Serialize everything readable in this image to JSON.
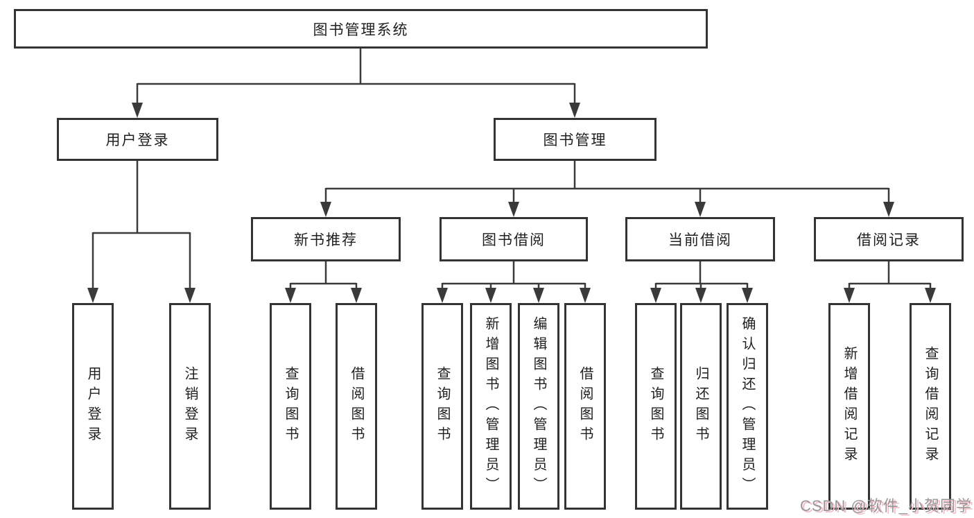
{
  "diagram": {
    "title": "图书管理系统",
    "nodes": {
      "root": {
        "label": "图书管理系统"
      },
      "user_login_branch": {
        "label": "用户登录"
      },
      "book_mgmt": {
        "label": "图书管理"
      },
      "new_book_rec": {
        "label": "新书推荐"
      },
      "book_borrow": {
        "label": "图书借阅"
      },
      "current_borrow": {
        "label": "当前借阅"
      },
      "borrow_records": {
        "label": "借阅记录"
      },
      "leaf_user_login": {
        "label": "用户登录"
      },
      "leaf_logout": {
        "label": "注销登录"
      },
      "leaf_query_book_1": {
        "label": "查询图书"
      },
      "leaf_borrow_book_1": {
        "label": "借阅图书"
      },
      "leaf_query_book_2": {
        "label": "查询图书"
      },
      "leaf_add_book": {
        "label": "新增图书（管理员）"
      },
      "leaf_edit_book": {
        "label": "编辑图书（管理员）"
      },
      "leaf_borrow_book_2": {
        "label": "借阅图书"
      },
      "leaf_query_book_3": {
        "label": "查询图书"
      },
      "leaf_return_book": {
        "label": "归还图书"
      },
      "leaf_confirm_return": {
        "label": "确认归还（管理员）"
      },
      "leaf_add_borrow_record": {
        "label": "新增借阅记录"
      },
      "leaf_query_borrow_record": {
        "label": "查询借阅记录"
      }
    },
    "hierarchy": {
      "root": [
        "user_login_branch",
        "book_mgmt"
      ],
      "user_login_branch": [
        "leaf_user_login",
        "leaf_logout"
      ],
      "book_mgmt": [
        "new_book_rec",
        "book_borrow",
        "current_borrow",
        "borrow_records"
      ],
      "new_book_rec": [
        "leaf_query_book_1",
        "leaf_borrow_book_1"
      ],
      "book_borrow": [
        "leaf_query_book_2",
        "leaf_add_book",
        "leaf_edit_book",
        "leaf_borrow_book_2"
      ],
      "current_borrow": [
        "leaf_query_book_3",
        "leaf_return_book",
        "leaf_confirm_return"
      ],
      "borrow_records": [
        "leaf_add_borrow_record",
        "leaf_query_borrow_record"
      ]
    },
    "colors": {
      "line": "#3a3a3a",
      "border": "#333333",
      "background": "#ffffff",
      "text": "#1f1f1f",
      "watermark_gray": "#979797",
      "watermark_pink": "#f3bcc6"
    }
  },
  "watermark": {
    "text": "CSDN @软件_小贺同学"
  }
}
